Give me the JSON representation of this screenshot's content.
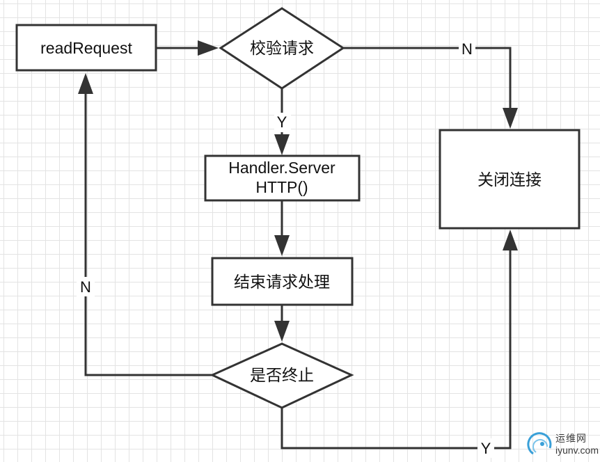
{
  "nodes": {
    "read_request": "readRequest",
    "validate_request": "校验请求",
    "handler_line1": "Handler.Server",
    "handler_line2": "HTTP()",
    "finish_request": "结束请求处理",
    "is_terminated": "是否终止",
    "close_connection": "关闭连接"
  },
  "edges": {
    "validate_no": "N",
    "validate_yes": "Y",
    "terminate_no": "N",
    "terminate_yes": "Y"
  },
  "watermark": {
    "name_cn": "运维网",
    "domain": "iyunv.com"
  }
}
